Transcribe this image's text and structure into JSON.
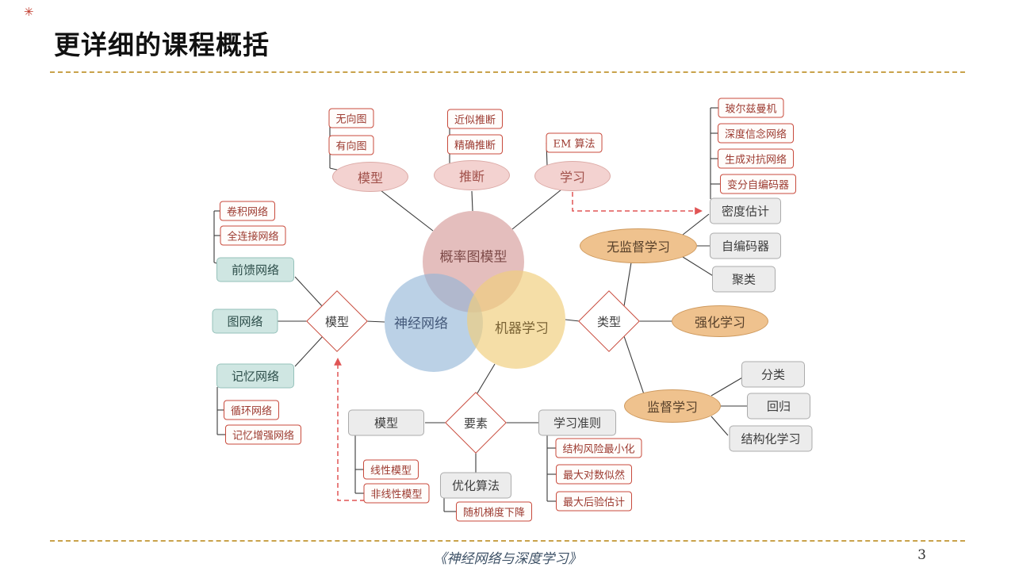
{
  "slide": {
    "title": "更详细的课程概括",
    "footer_book": "《神经网络与深度学习》",
    "page_number": "3",
    "logo_glyph": "✳"
  },
  "colors": {
    "accent_red": "#c84a3c",
    "dashed_rule": "#c9a24b",
    "arrow_red": "#e05555",
    "venn_pgm": "#d49694",
    "venn_nn": "#92b4d6",
    "venn_ml": "#f0cf7e",
    "green_node": "#cfe6e2",
    "orange_node": "#efc28e",
    "gray_node": "#ececec"
  },
  "venn": {
    "pgm": "概率图模型",
    "nn": "神经网络",
    "ml": "机器学习"
  },
  "nodes": {
    "undirected_graph": "无向图",
    "directed_graph": "有向图",
    "model_top": "模型",
    "approx_inference": "近似推断",
    "exact_inference": "精确推断",
    "inference": "推断",
    "em_algorithm": "EM 算法",
    "learning": "学习",
    "conv_network": "卷积网络",
    "fully_connected": "全连接网络",
    "feedforward": "前馈网络",
    "graph_network": "图网络",
    "memory_network": "记忆网络",
    "recurrent_network": "循环网络",
    "memory_augmented": "记忆增强网络",
    "model_left": "模型",
    "type": "类型",
    "unsupervised": "无监督学习",
    "density_estimation": "密度估计",
    "autoencoder": "自编码器",
    "clustering": "聚类",
    "boltzmann": "玻尔兹曼机",
    "deep_belief": "深度信念网络",
    "gan": "生成对抗网络",
    "vae": "变分自编码器",
    "reinforcement": "强化学习",
    "supervised": "监督学习",
    "classification": "分类",
    "regression": "回归",
    "structured_learning": "结构化学习",
    "elements": "要素",
    "model_bottom": "模型",
    "linear_model": "线性模型",
    "nonlinear_model": "非线性模型",
    "learning_criterion": "学习准则",
    "srm": "结构风险最小化",
    "mle": "最大对数似然",
    "map_estimation": "最大后验估计",
    "optimization": "优化算法",
    "sgd": "随机梯度下降"
  }
}
